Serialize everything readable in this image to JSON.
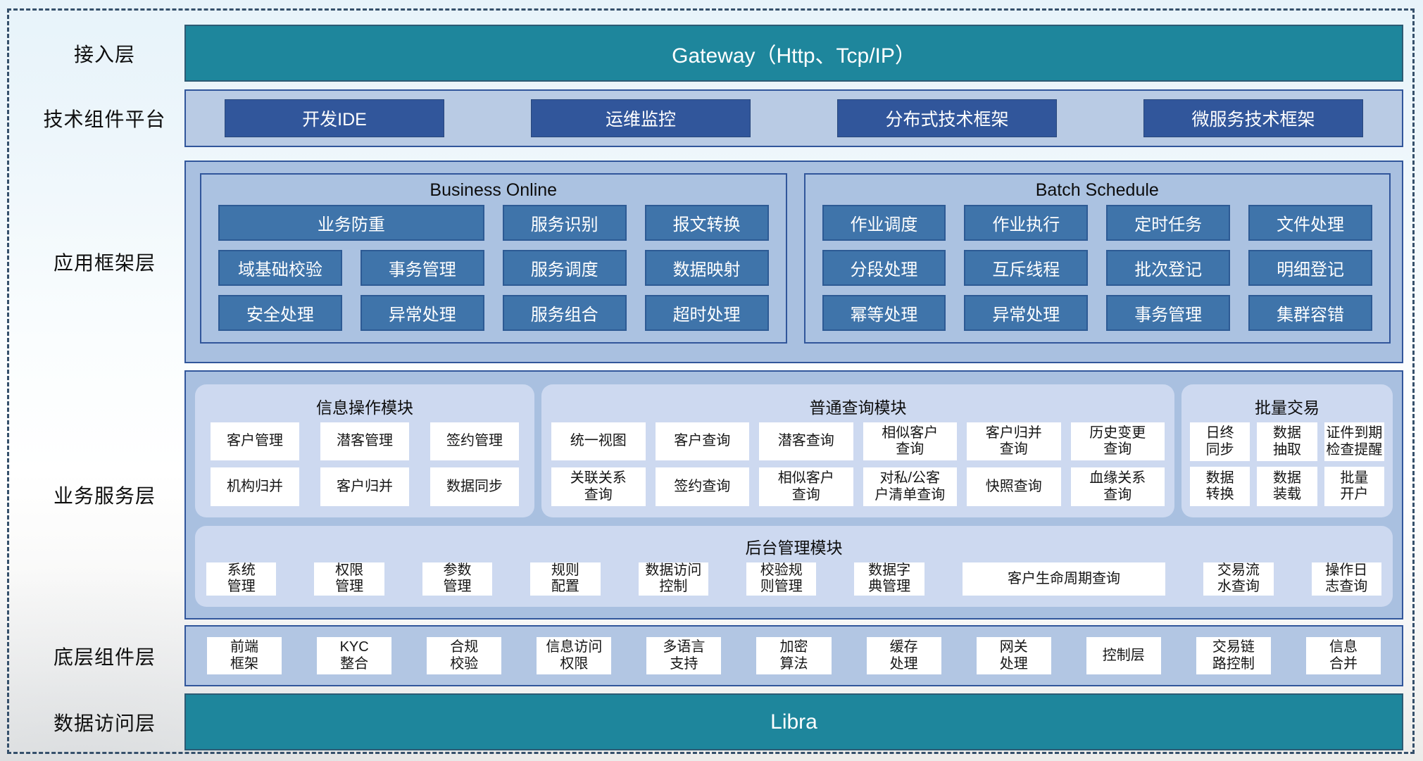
{
  "diagram": {
    "colors": {
      "teal_bar": "#1e869c",
      "navy_button": "#31569b",
      "steel_button": "#3f74aa",
      "layer_panel": "#a9c0e0",
      "module_panel": "#cdd9f0",
      "tech_bar": "#b9cbe4"
    },
    "layers": {
      "access": {
        "label": "接入层",
        "gateway": "Gateway（Http、Tcp/IP）"
      },
      "tech": {
        "label": "技术组件平台",
        "items": [
          "开发IDE",
          "运维监控",
          "分布式技术框架",
          "微服务技术框架"
        ]
      },
      "framework": {
        "label": "应用框架层",
        "business_online": {
          "title": "Business Online",
          "items": [
            "业务防重",
            "服务识别",
            "报文转换",
            "域基础校验",
            "事务管理",
            "服务调度",
            "数据映射",
            "安全处理",
            "异常处理",
            "服务组合",
            "超时处理"
          ]
        },
        "batch_schedule": {
          "title": "Batch Schedule",
          "items": [
            "作业调度",
            "作业执行",
            "定时任务",
            "文件处理",
            "分段处理",
            "互斥线程",
            "批次登记",
            "明细登记",
            "幂等处理",
            "异常处理",
            "事务管理",
            "集群容错"
          ]
        }
      },
      "service": {
        "label": "业务服务层",
        "info": {
          "title": "信息操作模块",
          "items": [
            "客户管理",
            "潜客管理",
            "签约管理",
            "机构归并",
            "客户归并",
            "数据同步"
          ]
        },
        "query": {
          "title": "普通查询模块",
          "items": [
            "统一视图",
            "客户查询",
            "潜客查询",
            "相似客户\n查询",
            "客户归并\n查询",
            "历史变更\n查询",
            "关联关系\n查询",
            "签约查询",
            "相似客户\n查询",
            "对私/公客\n户清单查询",
            "快照查询",
            "血缘关系\n查询"
          ]
        },
        "batch": {
          "title": "批量交易",
          "items": [
            "日终\n同步",
            "数据\n抽取",
            "证件到期\n检查提醒",
            "数据\n转换",
            "数据\n装载",
            "批量\n开户"
          ]
        },
        "admin": {
          "title": "后台管理模块",
          "items": [
            "系统\n管理",
            "权限\n管理",
            "参数\n管理",
            "规则\n配置",
            "数据访问\n控制",
            "校验规\n则管理",
            "数据字\n典管理",
            "客户生命周期查询",
            "交易流\n水查询",
            "操作日\n志查询"
          ]
        }
      },
      "base": {
        "label": "底层组件层",
        "items": [
          "前端\n框架",
          "KYC\n整合",
          "合规\n校验",
          "信息访问\n权限",
          "多语言\n支持",
          "加密\n算法",
          "缓存\n处理",
          "网关\n处理",
          "控制层",
          "交易链\n路控制",
          "信息\n合并"
        ]
      },
      "data": {
        "label": "数据访问层",
        "bar": "Libra"
      }
    }
  }
}
